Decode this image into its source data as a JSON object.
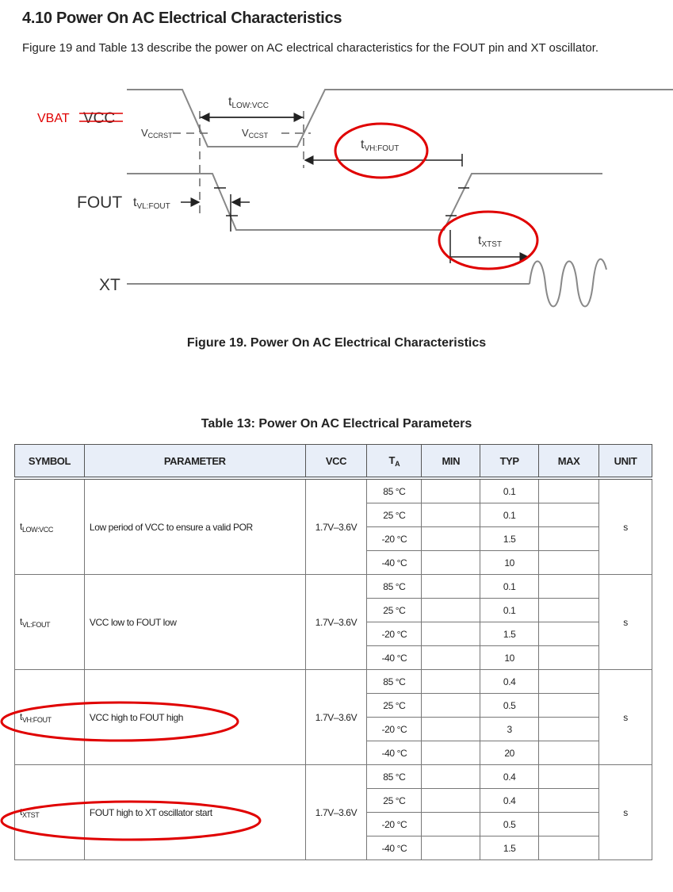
{
  "heading": "4.10 Power On AC Electrical Characteristics",
  "intro": "Figure 19 and Table 13 describe the power on AC electrical characteristics for the FOUT pin and XT oscillator.",
  "diagram": {
    "vbat_label": "VBAT",
    "vcc_label": "VCC",
    "fout_label": "FOUT",
    "xt_label": "XT",
    "t": "t",
    "t_low_vcc": "LOW:VCC",
    "vccrst": "CCRST",
    "vccst": "CCST",
    "v": "V",
    "t_vh_fout": "VH:FOUT",
    "t_vl_fout": "VL:FOUT",
    "t_xtst": "XTST"
  },
  "figure_caption": "Figure 19. Power On AC Electrical Characteristics",
  "table": {
    "title": "Table 13: Power On AC Electrical Parameters",
    "headers": {
      "symbol": "SYMBOL",
      "parameter": "PARAMETER",
      "vcc": "VCC",
      "ta": "T",
      "ta_sub": "A",
      "min": "MIN",
      "typ": "TYP",
      "max": "MAX",
      "unit": "UNIT"
    },
    "rows": [
      {
        "sym": "t",
        "sym_sub": "LOW:VCC",
        "param": "Low period of VCC to ensure a valid POR",
        "vcc": "1.7V–3.6V",
        "unit": "s",
        "ta": [
          "85 °C",
          "25 °C",
          "-20 °C",
          "-40 °C"
        ],
        "typ": [
          "0.1",
          "0.1",
          "1.5",
          "10"
        ]
      },
      {
        "sym": "t",
        "sym_sub": "VL:FOUT",
        "param": "VCC low to FOUT low",
        "vcc": "1.7V–3.6V",
        "unit": "s",
        "ta": [
          "85 °C",
          "25 °C",
          "-20 °C",
          "-40 °C"
        ],
        "typ": [
          "0.1",
          "0.1",
          "1.5",
          "10"
        ]
      },
      {
        "sym": "t",
        "sym_sub": "VH:FOUT",
        "param": "VCC high to FOUT high",
        "vcc": "1.7V–3.6V",
        "unit": "s",
        "ta": [
          "85 °C",
          "25 °C",
          "-20 °C",
          "-40 °C"
        ],
        "typ": [
          "0.4",
          "0.5",
          "3",
          "20"
        ]
      },
      {
        "sym": "t",
        "sym_sub": "XTST",
        "param": "FOUT high to XT oscillator start",
        "vcc": "1.7V–3.6V",
        "unit": "s",
        "ta": [
          "85 °C",
          "25 °C",
          "-20 °C",
          "-40 °C"
        ],
        "typ": [
          "0.4",
          "0.4",
          "0.5",
          "1.5"
        ]
      }
    ]
  },
  "colors": {
    "annotation": "#e00000",
    "header_bg": "#e8eef8"
  }
}
